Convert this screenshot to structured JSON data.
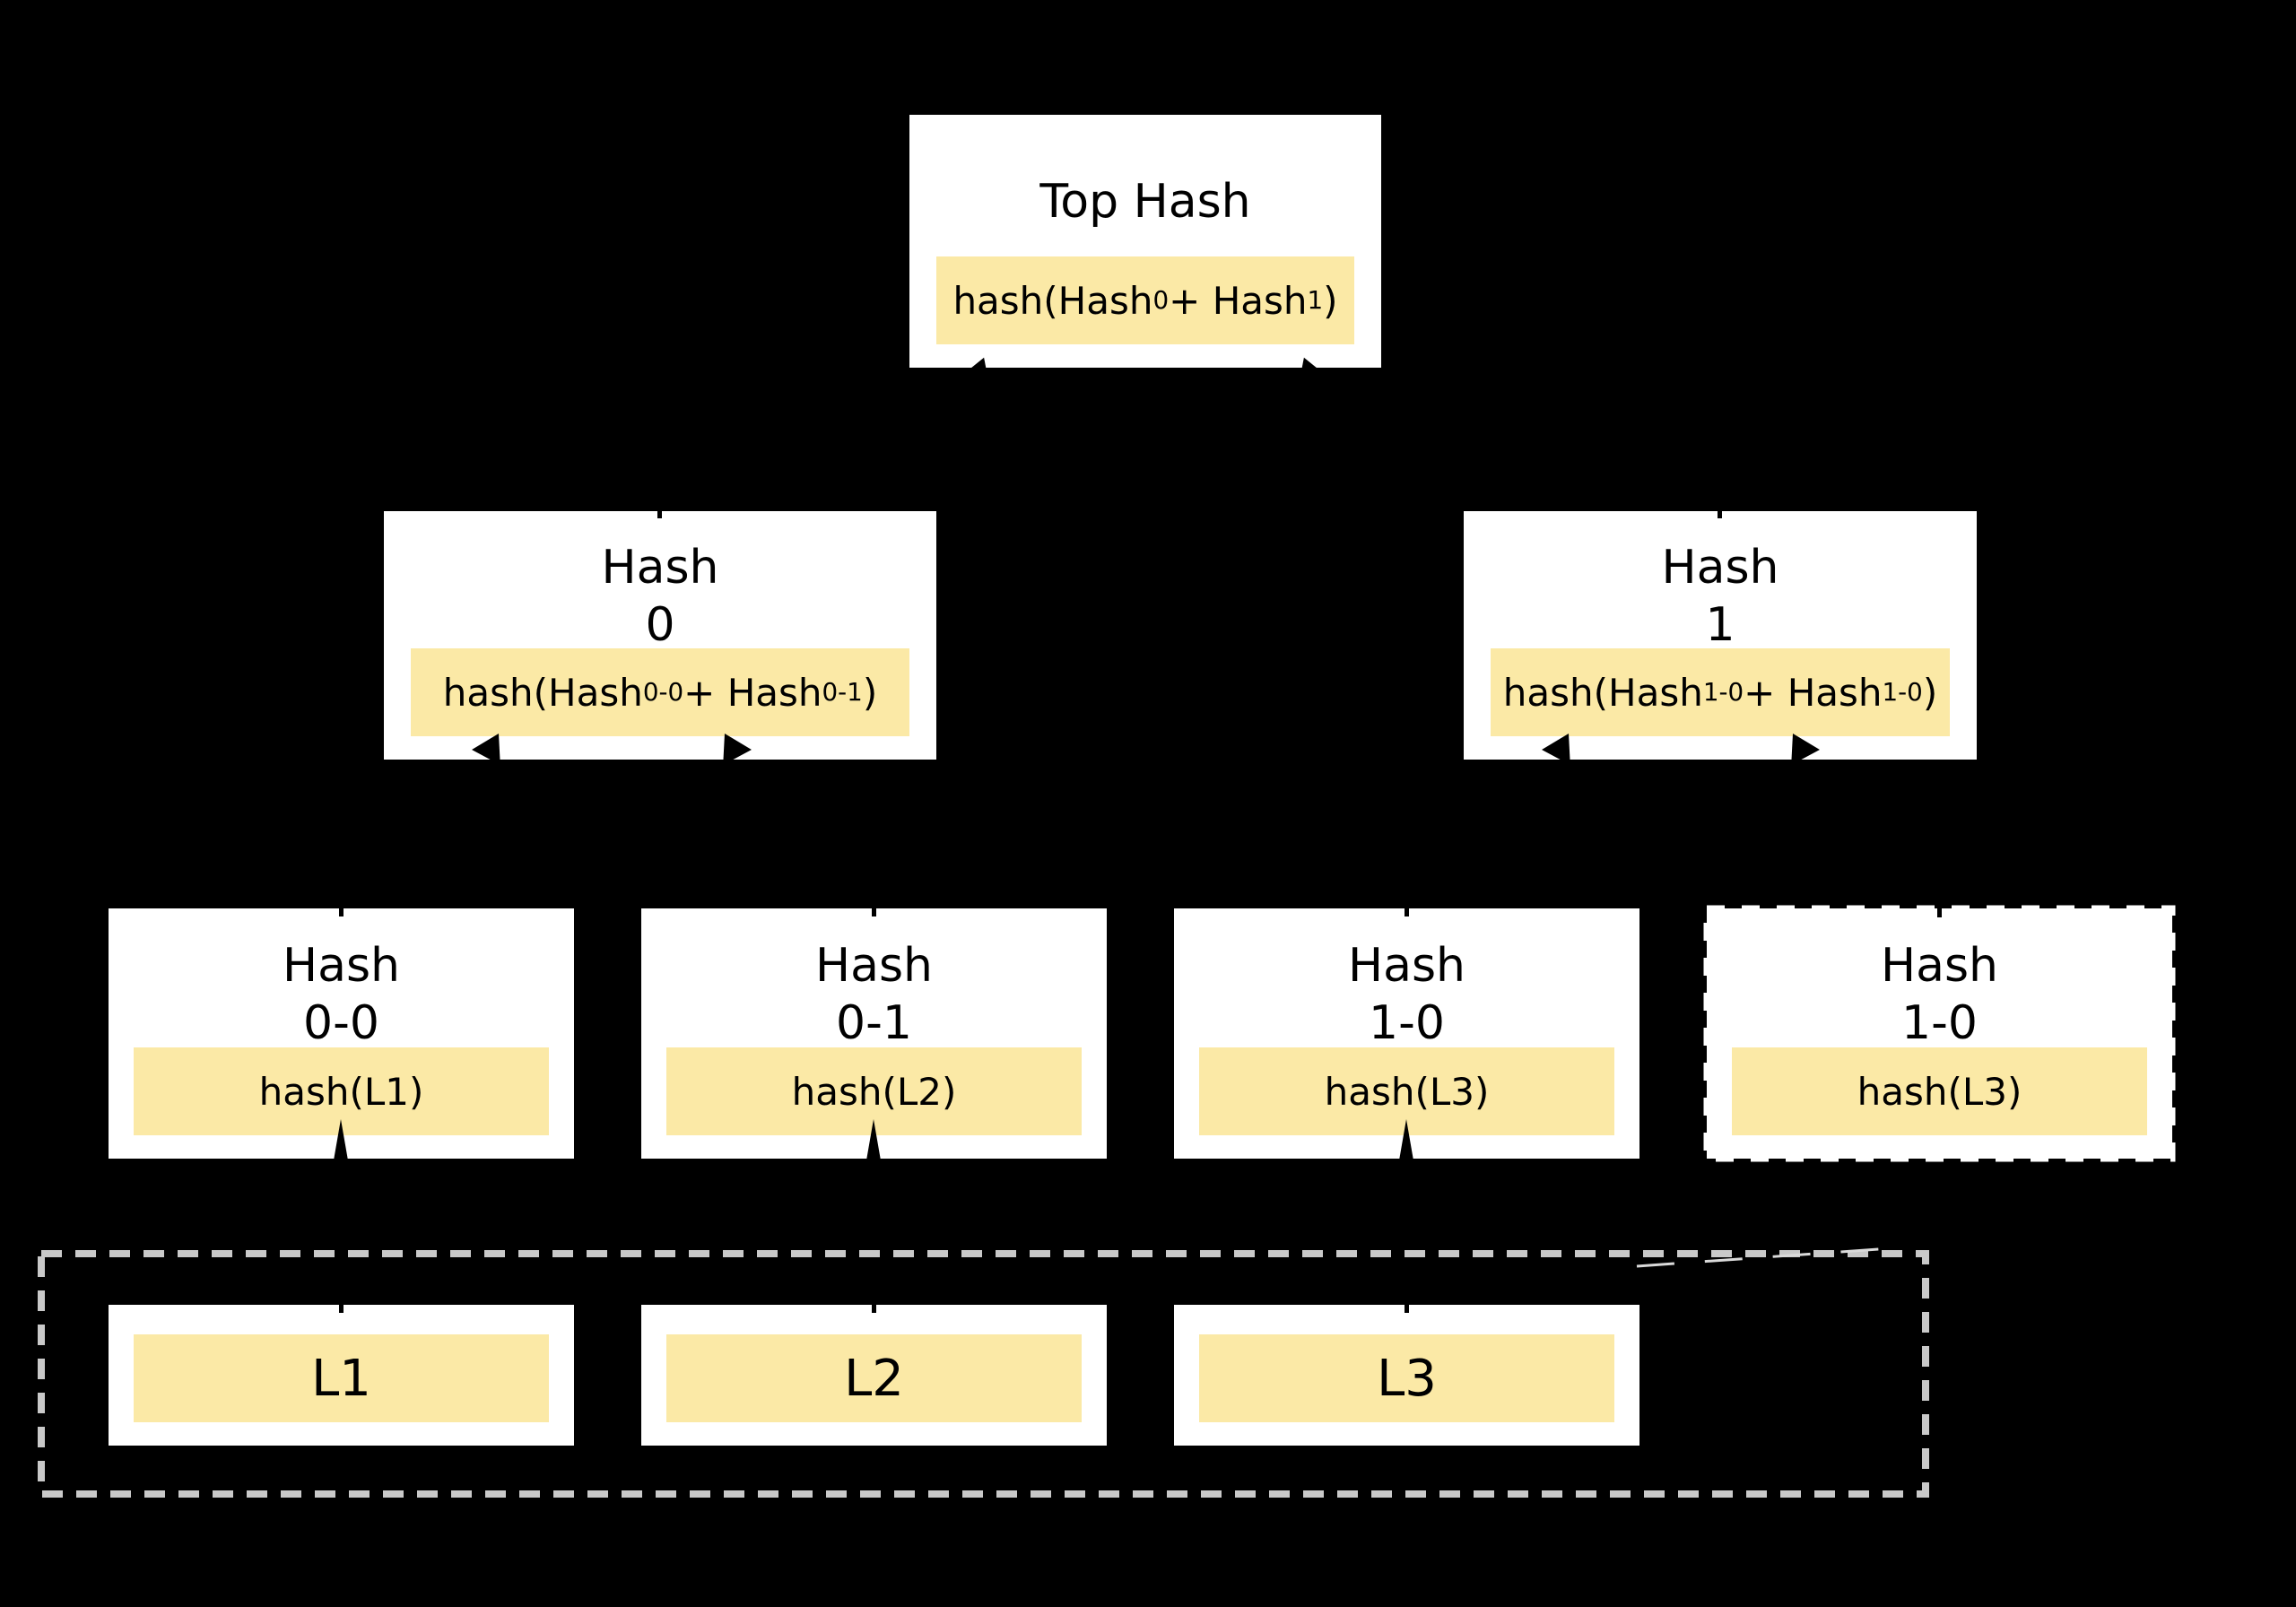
{
  "diagram": {
    "kind": "merkle-hash-tree",
    "colors": {
      "background": "#000000",
      "node_box": "#FFFFFF",
      "highlight": "#FBE9A6",
      "data_blocks_dashed_border": "#C9C9C9",
      "duplicate_node_dashed_outline": "#FFFFFF",
      "text": "#000000"
    },
    "nodes": {
      "top": {
        "title": [
          "Top Hash"
        ],
        "formula": {
          "pre": "hash(Hash",
          "sub1": "0",
          "mid": " + Hash",
          "sub2": "1",
          "post": ")"
        }
      },
      "h0": {
        "title": [
          "Hash",
          "0"
        ],
        "formula": {
          "pre": "hash(Hash",
          "sub1": "0-0",
          "mid": " + Hash",
          "sub2": "0-1",
          "post": ")"
        }
      },
      "h1": {
        "title": [
          "Hash",
          "1"
        ],
        "formula": {
          "pre": "hash(Hash",
          "sub1": "1-0",
          "mid": " + Hash",
          "sub2": "1-0",
          "post": ")"
        }
      },
      "h00": {
        "title": [
          "Hash",
          "0-0"
        ],
        "formula": "hash(L1)"
      },
      "h01": {
        "title": [
          "Hash",
          "0-1"
        ],
        "formula": "hash(L2)"
      },
      "h10": {
        "title": [
          "Hash",
          "1-0"
        ],
        "formula": "hash(L3)"
      },
      "h10d": {
        "title": [
          "Hash",
          "1-0"
        ],
        "formula": "hash(L3)",
        "note": "duplicated-node-dashed-outline"
      },
      "l1": {
        "label": "L1"
      },
      "l2": {
        "label": "L2"
      },
      "l3": {
        "label": "L3"
      }
    }
  }
}
